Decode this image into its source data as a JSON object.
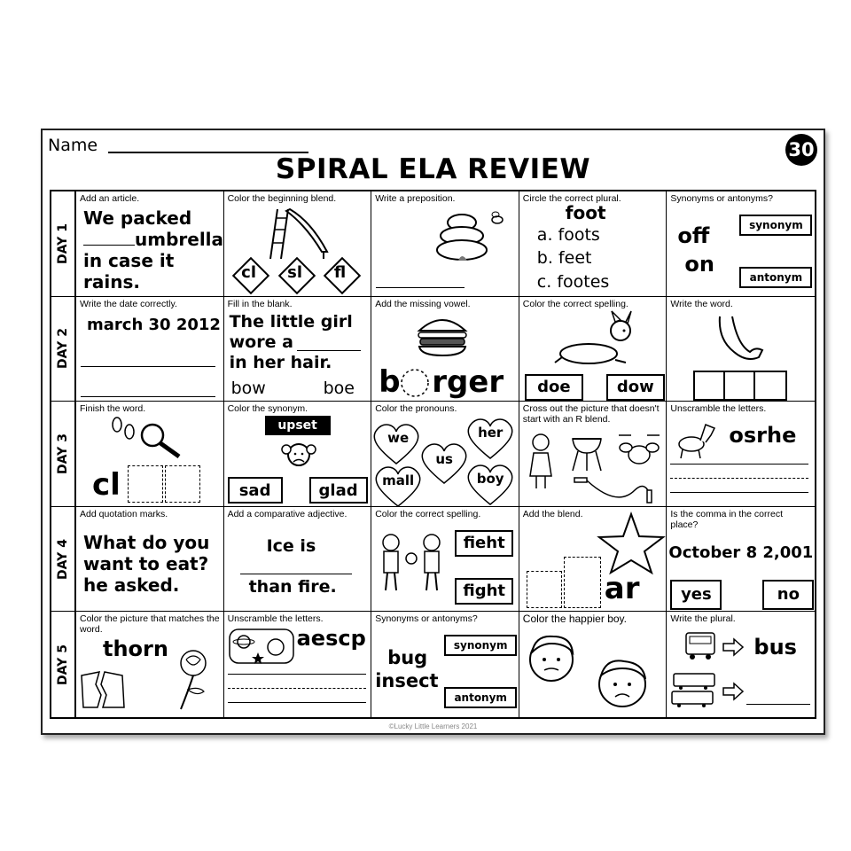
{
  "header": {
    "name_label": "Name",
    "page_number": "30",
    "title": "SPIRAL ELA REVIEW"
  },
  "days": [
    "DAY 1",
    "DAY 2",
    "DAY 3",
    "DAY 4",
    "DAY 5"
  ],
  "d1": {
    "c1": {
      "inst": "Add an article.",
      "line1": "We packed",
      "line2": "umbrella",
      "line3": "in case it",
      "line4": "rains."
    },
    "c2": {
      "inst": "Color the beginning blend.",
      "o1": "cl",
      "o2": "sl",
      "o3": "fl"
    },
    "c3": {
      "inst": "Write a preposition."
    },
    "c4": {
      "inst": "Circle the correct plural.",
      "word": "foot",
      "a": "a. foots",
      "b": "b. feet",
      "c": "c. footes"
    },
    "c5": {
      "inst": "Synonyms or antonyms?",
      "w1": "off",
      "w2": "on",
      "b1": "synonym",
      "b2": "antonym"
    }
  },
  "d2": {
    "c1": {
      "inst": "Write the date correctly.",
      "text": "march 30 2012"
    },
    "c2": {
      "inst": "Fill in the blank.",
      "l1": "The little girl",
      "l2": "wore a",
      "l3": "in her hair.",
      "o1": "bow",
      "o2": "boe"
    },
    "c3": {
      "inst": "Add the missing vowel.",
      "pre": "b",
      "post": "rger"
    },
    "c4": {
      "inst": "Color the correct spelling.",
      "o1": "doe",
      "o2": "dow"
    },
    "c5": {
      "inst": "Write the word."
    }
  },
  "d3": {
    "c1": {
      "inst": "Finish the word.",
      "prefix": "cl"
    },
    "c2": {
      "inst": "Color the synonym.",
      "word": "upset",
      "o1": "sad",
      "o2": "glad"
    },
    "c3": {
      "inst": "Color the pronouns.",
      "h1": "we",
      "h2": "her",
      "h3": "us",
      "h4": "mall",
      "h5": "boy"
    },
    "c4": {
      "inst": "Cross out the picture that doesn't start with an R blend."
    },
    "c5": {
      "inst": "Unscramble the letters.",
      "word": "osrhe"
    }
  },
  "d4": {
    "c1": {
      "inst": "Add quotation marks.",
      "l1": "What do you",
      "l2": "want to eat?",
      "l3": "he asked."
    },
    "c2": {
      "inst": "Add a comparative adjective.",
      "l1": "Ice is",
      "l2": "than fire."
    },
    "c3": {
      "inst": "Color the correct spelling.",
      "o1": "fieht",
      "o2": "fight"
    },
    "c4": {
      "inst": "Add the blend.",
      "suffix": "ar"
    },
    "c5": {
      "inst": "Is the comma in the correct place?",
      "text": "October 8 2,001",
      "o1": "yes",
      "o2": "no"
    }
  },
  "d5": {
    "c1": {
      "inst": "Color the picture that matches the word.",
      "word": "thorn"
    },
    "c2": {
      "inst": "Unscramble the letters.",
      "word": "aescp"
    },
    "c3": {
      "inst": "Synonyms or antonyms?",
      "w1": "bug",
      "w2": "insect",
      "b1": "synonym",
      "b2": "antonym"
    },
    "c4": {
      "inst": "Color the happier boy."
    },
    "c5": {
      "inst": "Write the plural.",
      "word": "bus"
    }
  },
  "footer": {
    "copyright": "©Lucky Little Learners 2021"
  }
}
